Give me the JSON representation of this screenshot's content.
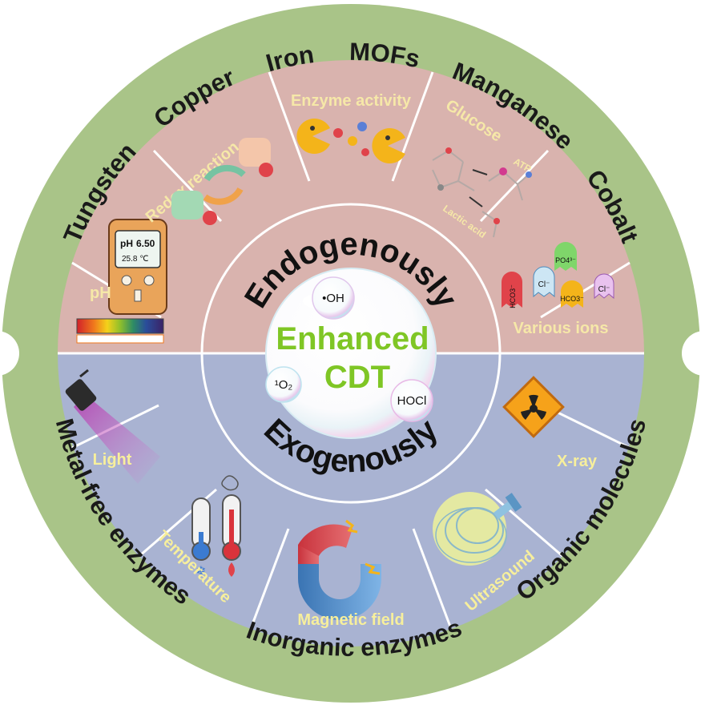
{
  "colors": {
    "ring_green": "#a9c488",
    "endo_bg": "#d9b3ae",
    "exo_bg": "#a9b3d2",
    "divider": "#ffffff",
    "endo_label": "#f6e8a8",
    "exo_label": "#f7ef9c",
    "center_text": "#7fc625"
  },
  "outer_ring": {
    "top": [
      "Tungsten",
      "Copper",
      "Iron",
      "MOFs",
      "Manganese",
      "Cobalt"
    ],
    "bottom": [
      "Metal-free enzymes",
      "Inorganic enzymes",
      "Organic molecules"
    ]
  },
  "endogenous": {
    "title": "Endogenously",
    "sectors": [
      {
        "label": "pH",
        "icon": "ph-meter-icon",
        "meter_value": "6.50",
        "meter_unit": "pH",
        "meter_temp": "25.8 ℃"
      },
      {
        "label": "Redox reaction",
        "icon": "redox-cycle-icon"
      },
      {
        "label": "Enzyme activity",
        "icon": "enzyme-pacman-icon"
      },
      {
        "label": "Glucose",
        "icon": "glucose-molecule-icon",
        "sub_labels": [
          "ATP",
          "Lactic acid"
        ]
      },
      {
        "label": "Various ions",
        "icon": "ion-ghosts-icon",
        "ions": [
          "HCO3⁻",
          "Cl⁻",
          "PO4³⁻",
          "HCO3⁻",
          "Cl⁻"
        ]
      }
    ]
  },
  "exogenous": {
    "title": "Exogenously",
    "sectors": [
      {
        "label": "Light",
        "icon": "spotlight-icon"
      },
      {
        "label": "Temperature",
        "icon": "thermometer-icon"
      },
      {
        "label": "Magnetic field",
        "icon": "magnet-icon"
      },
      {
        "label": "Ultrasound",
        "icon": "ultrasound-icon"
      },
      {
        "label": "X-ray",
        "icon": "radiation-icon"
      }
    ]
  },
  "center": {
    "line1": "Enhanced",
    "line2": "CDT",
    "species": [
      "•OH",
      "¹O₂",
      "HOCl"
    ]
  }
}
